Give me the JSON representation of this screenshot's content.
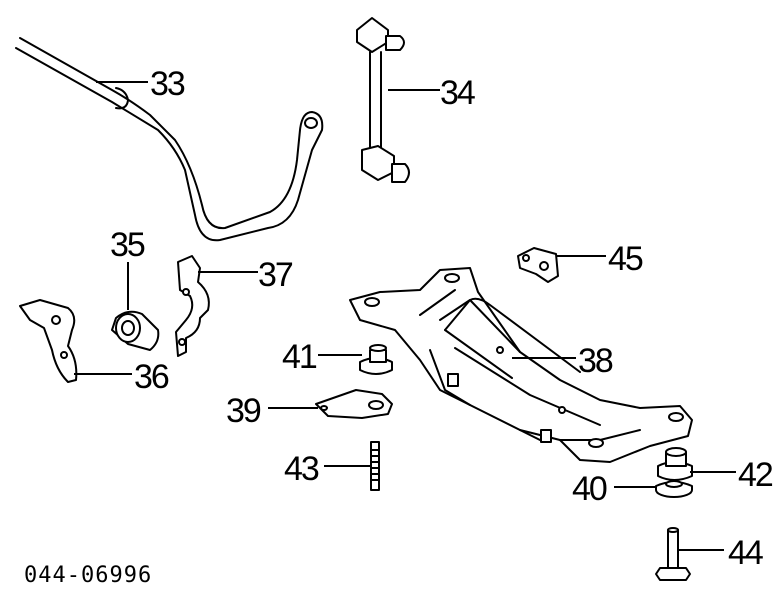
{
  "diagram_code": "044-06996",
  "callouts": {
    "33": "33",
    "34": "34",
    "35": "35",
    "36": "36",
    "37": "37",
    "38": "38",
    "39": "39",
    "40": "40",
    "41": "41",
    "42": "42",
    "43": "43",
    "44": "44",
    "45": "45"
  }
}
